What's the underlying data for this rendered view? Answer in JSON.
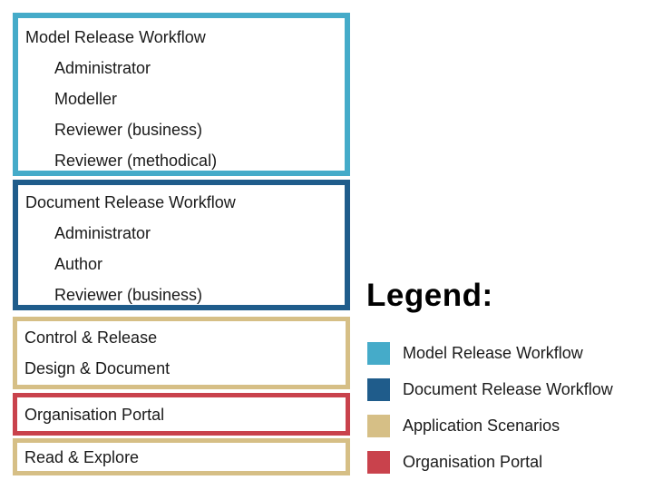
{
  "colors": {
    "cyan": "#45ABC9",
    "dark_blue": "#1F5C8B",
    "tan": "#D6BF86",
    "red": "#C9424C"
  },
  "diagram": {
    "boxes": [
      {
        "id": "model-release-workflow",
        "border_color": "#45ABC9",
        "title": "Model Release Workflow",
        "items": [
          "Administrator",
          "Modeller",
          "Reviewer (business)",
          "Reviewer (methodical)"
        ]
      },
      {
        "id": "document-release-workflow",
        "border_color": "#1F5C8B",
        "title": "Document Release Workflow",
        "items": [
          "Administrator",
          "Author",
          "Reviewer (business)"
        ]
      },
      {
        "id": "application-scenarios-control-design",
        "border_color": "#D6BF86",
        "lines": [
          "Control & Release",
          "Design & Document"
        ]
      },
      {
        "id": "organisation-portal",
        "border_color": "#C9424C",
        "lines": [
          "Organisation Portal"
        ]
      },
      {
        "id": "application-scenarios-read-explore",
        "border_color": "#D6BF86",
        "lines": [
          "Read & Explore"
        ]
      }
    ]
  },
  "legend": {
    "title": "Legend:",
    "items": [
      {
        "color": "#45ABC9",
        "label": "Model Release Workflow"
      },
      {
        "color": "#1F5C8B",
        "label": "Document Release Workflow"
      },
      {
        "color": "#D6BF86",
        "label": "Application Scenarios"
      },
      {
        "color": "#C9424C",
        "label": "Organisation Portal"
      }
    ]
  }
}
